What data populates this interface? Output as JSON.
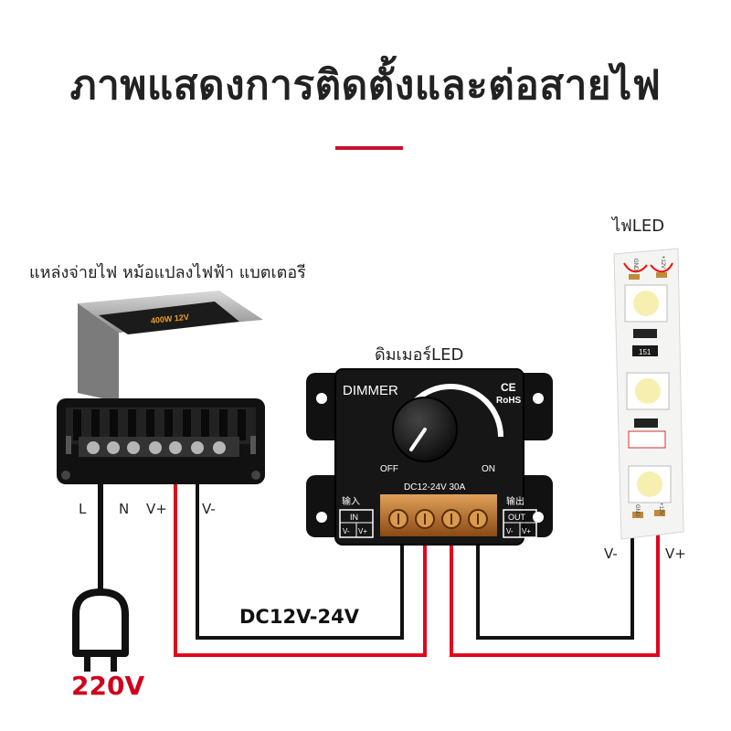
{
  "title": "ภาพแสดงการติดตั้งและต่อสายไฟ",
  "labels": {
    "power_supply": "แหล่งจ่ายไฟ หม้อแปลงไฟฟ้า แบตเตอรี",
    "dimmer": "ดิมเมอร์LED",
    "led": "ไฟLED",
    "terminal_l": "L",
    "terminal_n": "N",
    "terminal_vplus": "V+",
    "terminal_vminus": "V-",
    "strip_vminus": "V-",
    "strip_vplus": "V+",
    "mains_voltage": "220V",
    "dc_voltage": "DC12V-24V"
  },
  "psu": {
    "label": "400W 12V"
  },
  "dimmer_device": {
    "name": "DIMMER",
    "ce": "CE",
    "rohs": "RoHS",
    "off": "OFF",
    "on": "ON",
    "rating": "DC12-24V 30A",
    "in_cn": "输入",
    "in": "IN",
    "in_vminus": "V-",
    "in_vplus": "V+",
    "out_cn": "输出",
    "out": "OUT",
    "out_vminus": "V-",
    "out_vplus": "V+"
  },
  "strip": {
    "pad_gnd": "GND",
    "pad_12v": "+12V",
    "resistor_code": "151"
  },
  "colors": {
    "accent": "#c8102e",
    "red_wire": "#e1061d",
    "black_wire": "#111111",
    "mains_text": "#d0021b",
    "led_yellow": "#f7efb0"
  }
}
